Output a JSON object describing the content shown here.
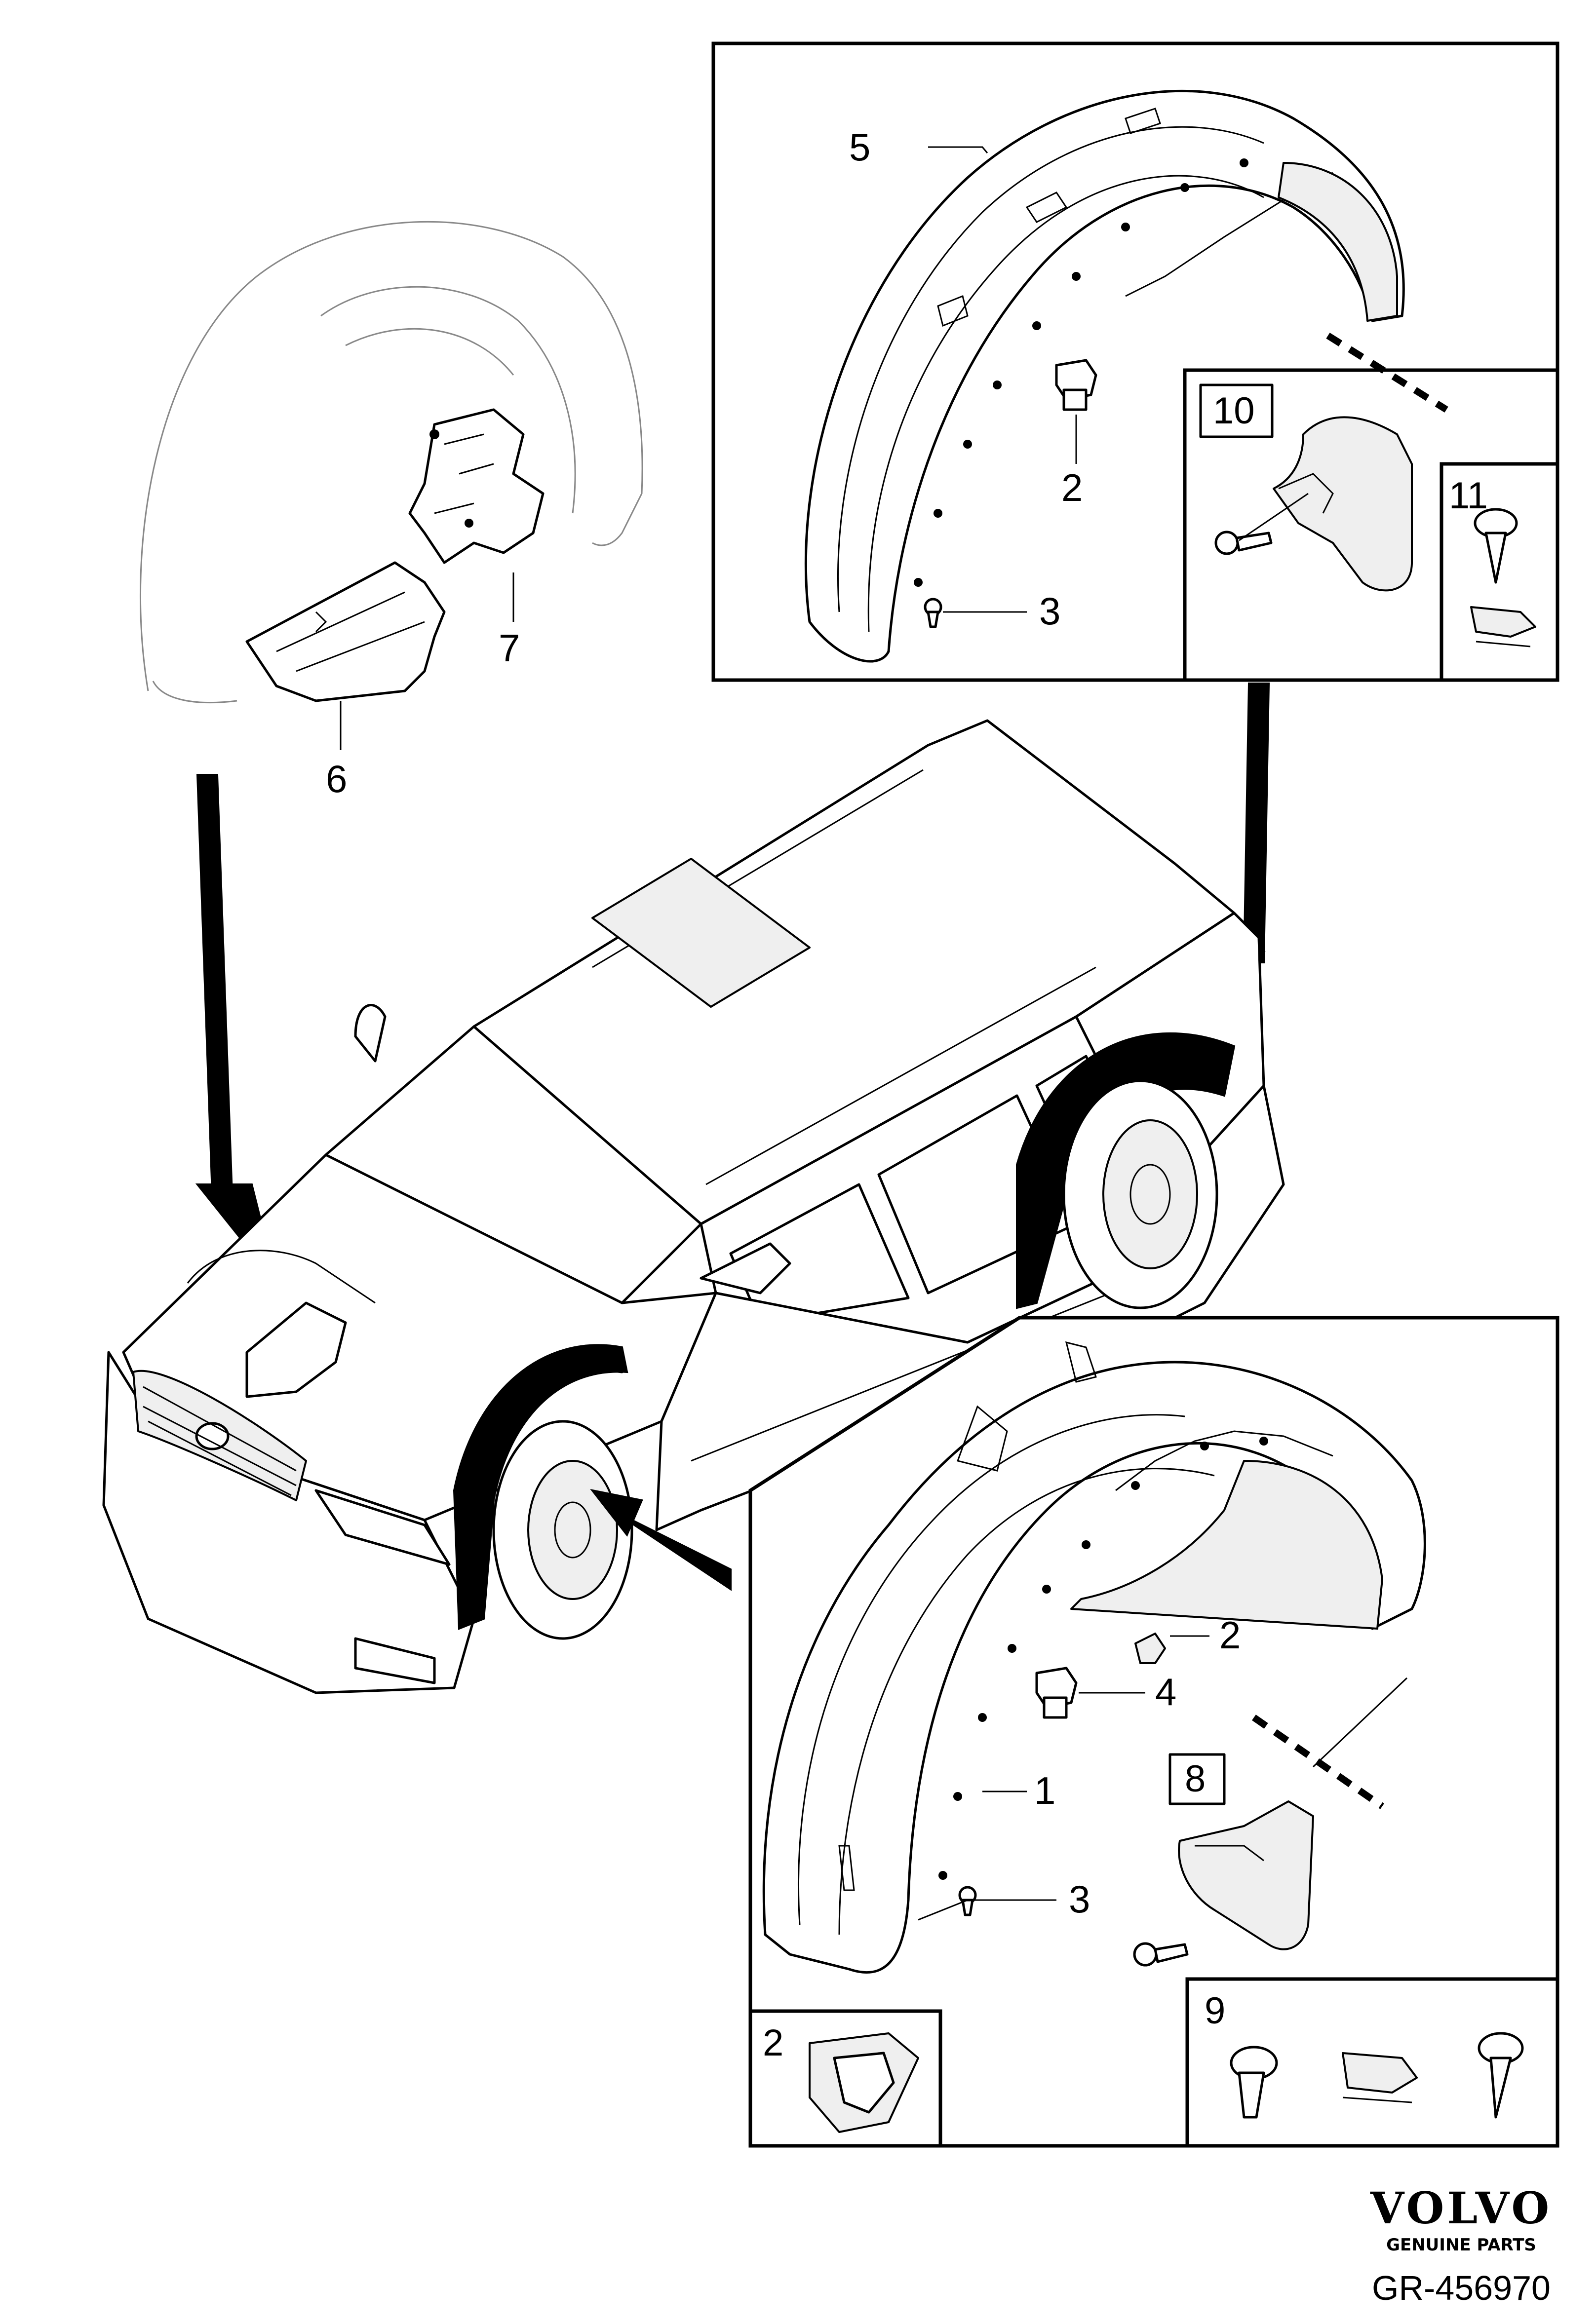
{
  "figure_id": "GR-456970",
  "brand": {
    "name": "VOLVO",
    "tagline": "GENUINE PARTS"
  },
  "callouts": {
    "front_inner_wheelhouse": "6",
    "front_bracket": "7",
    "rear_wheelhouse_liner": "5",
    "rear_push_clip": "2",
    "rear_screw": "3",
    "rear_mudflap_kit": "10",
    "rear_mudflap_hardware": "11",
    "front_wheelhouse_liner": "1",
    "front_clip": "2",
    "front_expanding_rivet": "4",
    "front_screw": "3",
    "front_mudflap_kit": "8",
    "front_clip_detail": "2",
    "front_mudflap_hardware": "9"
  }
}
